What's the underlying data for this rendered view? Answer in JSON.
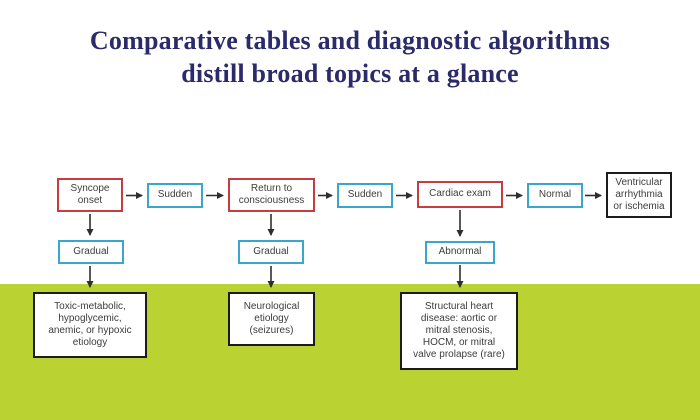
{
  "title": {
    "line1": "Comparative tables and diagnostic algorithms",
    "line2": "distill broad topics at a glance"
  },
  "colors": {
    "title": "#2b2a6a",
    "green_band": "#bad333",
    "red_border": "#c53c41",
    "blue_border": "#3ba6cd",
    "black_border": "#1c1c1c",
    "node_text": "#3d3d3d",
    "arrow": "#2f2f2f"
  },
  "flowchart": {
    "nodes": [
      {
        "id": "syncope-onset",
        "style": "red",
        "label": "Syncope\nonset"
      },
      {
        "id": "sudden-1",
        "style": "blue",
        "label": "Sudden"
      },
      {
        "id": "return-to-consciousness",
        "style": "red",
        "label": "Return to\nconsciousness"
      },
      {
        "id": "sudden-2",
        "style": "blue",
        "label": "Sudden"
      },
      {
        "id": "cardiac-exam",
        "style": "red",
        "label": "Cardiac exam"
      },
      {
        "id": "normal",
        "style": "blue",
        "label": "Normal"
      },
      {
        "id": "ventricular-arrhythmia",
        "style": "black",
        "label": "Ventricular\narrhythmia\nor ischemia"
      },
      {
        "id": "gradual-1",
        "style": "blue",
        "label": "Gradual"
      },
      {
        "id": "gradual-2",
        "style": "blue",
        "label": "Gradual"
      },
      {
        "id": "abnormal",
        "style": "blue",
        "label": "Abnormal"
      },
      {
        "id": "toxic-metabolic-etiology",
        "style": "black",
        "label": "Toxic-metabolic,\nhypoglycemic,\nanemic, or hypoxic\netiology"
      },
      {
        "id": "neurological-etiology",
        "style": "black",
        "label": "Neurological\netiology\n(seizures)"
      },
      {
        "id": "structural-heart-disease",
        "style": "black",
        "label": "Structural heart\ndisease: aortic or\nmitral stenosis,\nHOCM, or mitral\nvalve prolapse (rare)"
      }
    ]
  }
}
